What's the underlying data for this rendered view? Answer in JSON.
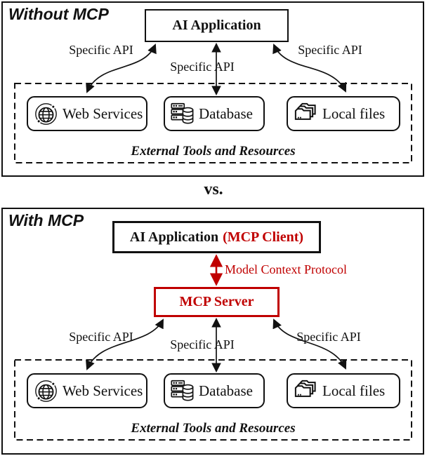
{
  "colors": {
    "ink": "#111111",
    "accent_red": "#c00000",
    "background": "#ffffff"
  },
  "vs_label": "vs.",
  "panels": [
    {
      "title": "Without MCP",
      "app_box": {
        "label": "AI Application",
        "label_red": ""
      },
      "api_labels": {
        "left": "Specific API",
        "middle": "Specific API",
        "right": "Specific API"
      },
      "container": {
        "label": "External Tools and Resources",
        "items": [
          {
            "icon": "globe-icon",
            "label": "Web Services"
          },
          {
            "icon": "database-icon",
            "label": "Database"
          },
          {
            "icon": "folders-icon",
            "label": "Local files"
          }
        ]
      }
    },
    {
      "title": "With MCP",
      "app_box": {
        "label": "AI Application",
        "label_red": "(MCP Client)"
      },
      "mcp_link_label": "Model Context Protocol",
      "server_box_label": "MCP Server",
      "api_labels": {
        "left": "Specific API",
        "middle": "Specific API",
        "right": "Specific API"
      },
      "container": {
        "label": "External Tools and Resources",
        "items": [
          {
            "icon": "globe-icon",
            "label": "Web Services"
          },
          {
            "icon": "database-icon",
            "label": "Database"
          },
          {
            "icon": "folders-icon",
            "label": "Local files"
          }
        ]
      }
    }
  ]
}
